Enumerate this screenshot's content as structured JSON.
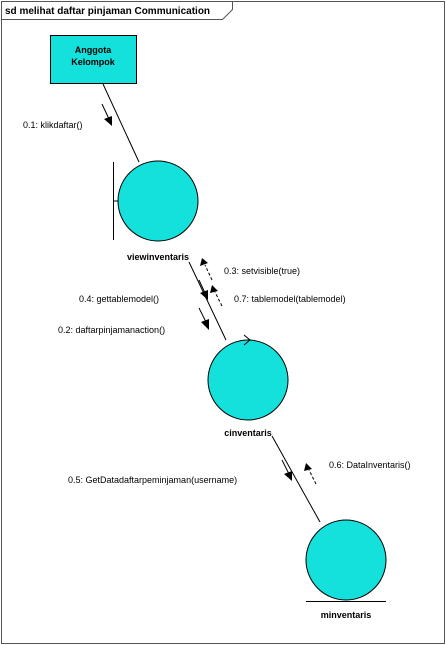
{
  "frame": {
    "title": "sd melihat daftar pinjaman Communication"
  },
  "actor": {
    "name_line1": "Anggota",
    "name_line2": "Kelompok"
  },
  "objects": {
    "boundary": {
      "name": "viewinventaris",
      "kind": "boundary"
    },
    "control": {
      "name": "cinventaris",
      "kind": "control"
    },
    "entity": {
      "name": "minventaris",
      "kind": "entity"
    }
  },
  "messages": {
    "m01": "0.1: klikdaftar()",
    "m03": "0.3: setvisible(true)",
    "m04": "0.4: gettablemodel()",
    "m07": "0.7: tablemodel(tablemodel)",
    "m02": "0.2: daftarpinjamanaction()",
    "m06": "0.6: DataInventaris()",
    "m05": "0.5: GetDatadaftarpeminjaman(username)"
  },
  "colors": {
    "object_fill": "#14e0dc",
    "actor_fill": "#14e0dc",
    "stroke": "#000000",
    "frame_stroke": "#555555"
  }
}
